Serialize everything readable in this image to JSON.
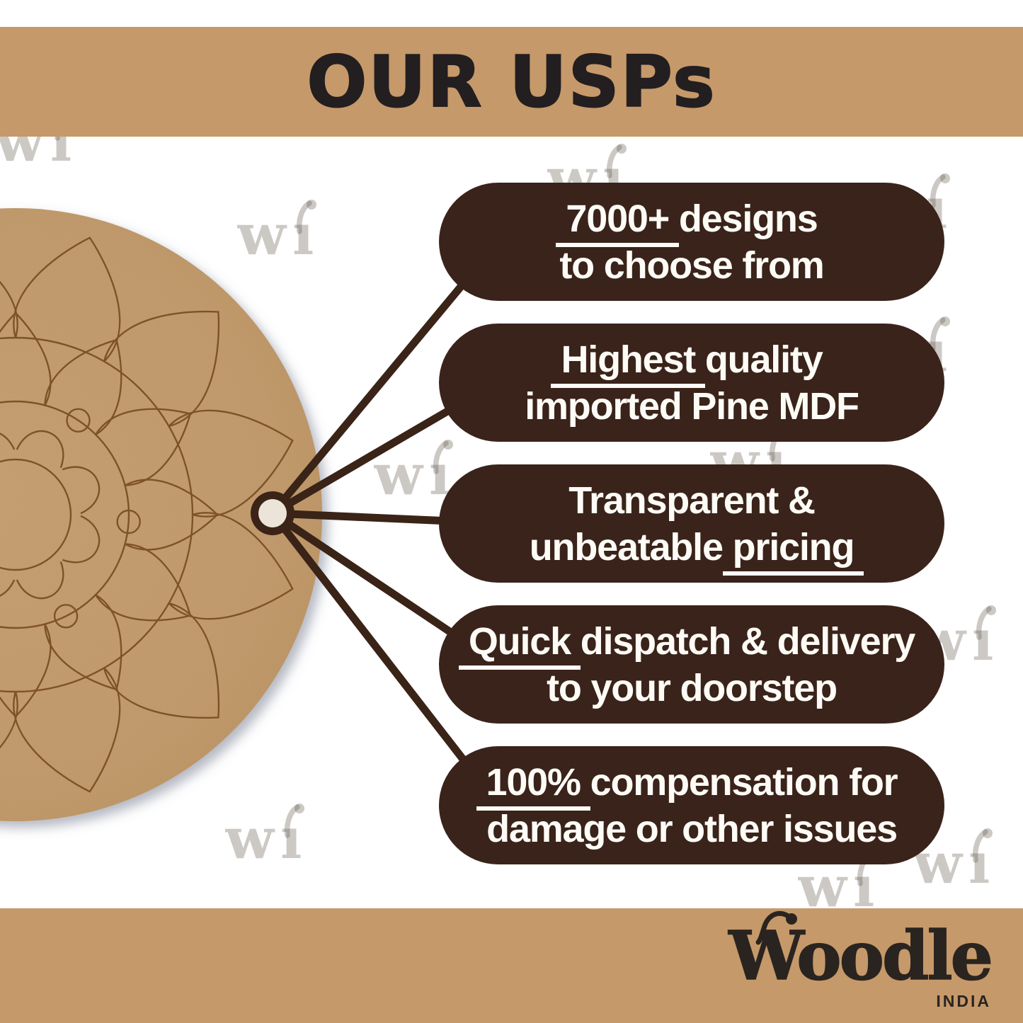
{
  "header": {
    "title": "OUR USPs"
  },
  "usps": [
    {
      "line1": [
        {
          "t": "7000+",
          "u": true
        },
        {
          "t": " designs",
          "u": false
        }
      ],
      "line2": [
        {
          "t": "to choose from",
          "u": false
        }
      ]
    },
    {
      "line1": [
        {
          "t": "Highest",
          "u": true
        },
        {
          "t": " quality",
          "u": false
        }
      ],
      "line2": [
        {
          "t": "imported Pine MDF",
          "u": false
        }
      ]
    },
    {
      "line1": [
        {
          "t": "Transparent &",
          "u": false
        }
      ],
      "line2": [
        {
          "t": "unbeatable ",
          "u": false
        },
        {
          "t": "pricing",
          "u": true
        }
      ]
    },
    {
      "line1": [
        {
          "t": "Quick",
          "u": true
        },
        {
          "t": " dispatch & delivery",
          "u": false
        }
      ],
      "line2": [
        {
          "t": "to your doorstep",
          "u": false
        }
      ]
    },
    {
      "line1": [
        {
          "t": "100%",
          "u": true
        },
        {
          "t": " compensation for",
          "u": false
        }
      ],
      "line2": [
        {
          "t": "damage or other issues",
          "u": false
        }
      ]
    }
  ],
  "brand": {
    "name": "Woodle",
    "country": "INDIA"
  },
  "watermark": {
    "text": "wi"
  },
  "colors": {
    "band": "#c6996a",
    "pill": "#3a231a",
    "pill_text": "#fdfbf6",
    "header_text": "#231f20",
    "mdf": "#c19a6c",
    "engraving": "#7b4f26",
    "line": "#3a2317",
    "node_fill": "#ece4d8",
    "watermark": "rgba(85,75,62,0.3)",
    "logo": "#2a2420"
  }
}
